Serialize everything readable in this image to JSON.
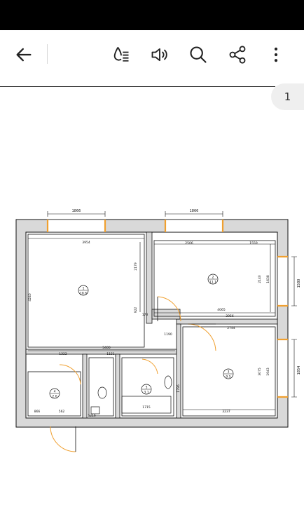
{
  "toolbar": {
    "back_icon": "arrow-left-icon",
    "reader_icon": "text-to-speech-reader-icon",
    "listen_icon": "speaker-icon",
    "search_icon": "search-icon",
    "share_icon": "share-icon",
    "more_icon": "more-vertical-icon"
  },
  "page_number": "1",
  "colors": {
    "wall_fill": "#d9d9d9",
    "window_accent": "#f0a030",
    "line": "#111111"
  },
  "plan": {
    "window_dims": [
      "1866",
      "1866",
      "1580",
      "1854"
    ],
    "room_dims": [
      "3954",
      "2506",
      "1559",
      "2140",
      "1638",
      "4065",
      "3956",
      "2744",
      "3075",
      "1943",
      "3237",
      "5400",
      "1151",
      "1322",
      "4240",
      "2179",
      "922",
      "173",
      "1190",
      "1715",
      "1796",
      "866",
      "562",
      "1216"
    ],
    "room_labels": [
      "1",
      "2",
      "3",
      "4",
      "5"
    ],
    "room_areas": [
      "18.6",
      "11.1",
      "9.5",
      "2.6",
      "3.1"
    ]
  }
}
